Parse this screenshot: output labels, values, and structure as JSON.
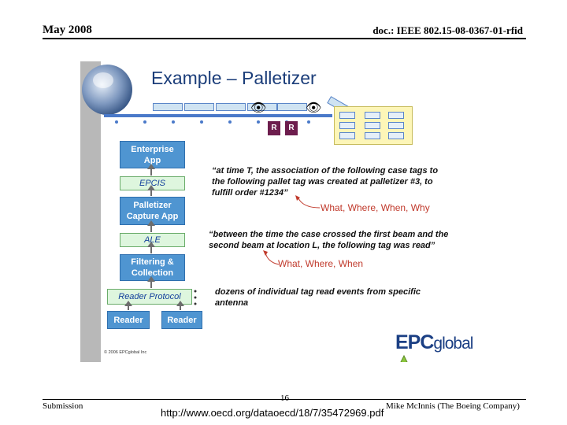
{
  "header": {
    "date": "May 2008",
    "doc": "doc.: IEEE 802.15-08-0367-01-rfid"
  },
  "slide": {
    "title": "Example – Palletizer",
    "reader_label": "R",
    "stack": {
      "enterprise": [
        "Enterprise",
        "App"
      ],
      "epcis": "EPCIS",
      "palletizer": [
        "Palletizer",
        "Capture App"
      ],
      "ale": "ALE",
      "filtering": [
        "Filtering &",
        "Collection"
      ],
      "reader_protocol": "Reader Protocol",
      "reader_left": "Reader",
      "reader_right": "Reader"
    },
    "notes": {
      "q1": [
        "“at time T, the association of the following case tags to",
        "the following pallet tag was created at palletizer #3, to",
        "fulfill order #1234”"
      ],
      "c1": "What, Where, When, Why",
      "q2": [
        "“between the time the case crossed the first beam and the",
        "second beam at location L, the following tag was read”"
      ],
      "c2": "What, Where, When",
      "q3": [
        "dozens of individual tag read events from specific",
        "antenna"
      ]
    },
    "logo_text": "EPC",
    "logo_sub": "global",
    "copyright": "© 2006 EPCglobal Inc"
  },
  "footer": {
    "left": "Submission",
    "page": "16",
    "right": "Mike McInnis (The Boeing Company)",
    "url": "http://www.oecd.org/dataoecd/18/7/35472969.pdf"
  },
  "colors": {
    "title": "#1c3e7a",
    "box": "#4f95d1",
    "light_box": "#def6de",
    "callout": "#c0392b",
    "reader_r": "#6d1d4d"
  }
}
